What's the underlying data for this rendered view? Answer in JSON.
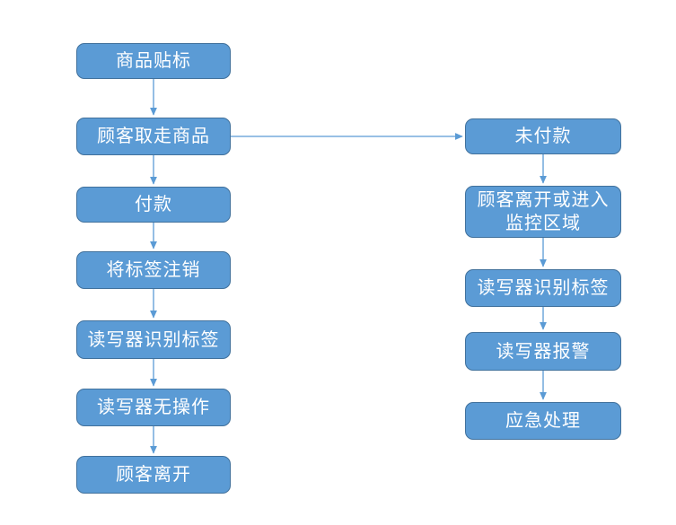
{
  "diagram": {
    "type": "flowchart",
    "colors": {
      "node_fill": "#5B9BD5",
      "node_border": "#41719C",
      "node_text": "#FFFFFF",
      "connector": "#5B9BD5",
      "background": "#FFFFFF"
    },
    "left_column": {
      "nodes": [
        {
          "id": "L1",
          "label": "商品贴标"
        },
        {
          "id": "L2",
          "label": "顾客取走商品"
        },
        {
          "id": "L3",
          "label": "付款"
        },
        {
          "id": "L4",
          "label": "将标签注销"
        },
        {
          "id": "L5",
          "label": "读写器识别标签"
        },
        {
          "id": "L6",
          "label": "读写器无操作"
        },
        {
          "id": "L7",
          "label": "顾客离开"
        }
      ]
    },
    "right_column": {
      "nodes": [
        {
          "id": "R1",
          "label": "未付款"
        },
        {
          "id": "R2",
          "label": "顾客离开或进入\n监控区域"
        },
        {
          "id": "R3",
          "label": "读写器识别标签"
        },
        {
          "id": "R4",
          "label": "读写器报警"
        },
        {
          "id": "R5",
          "label": "应急处理"
        }
      ]
    },
    "connections": [
      {
        "from": "L1",
        "to": "L2"
      },
      {
        "from": "L2",
        "to": "L3"
      },
      {
        "from": "L3",
        "to": "L4"
      },
      {
        "from": "L4",
        "to": "L5"
      },
      {
        "from": "L5",
        "to": "L6"
      },
      {
        "from": "L6",
        "to": "L7"
      },
      {
        "from": "L2",
        "to": "R1"
      },
      {
        "from": "R1",
        "to": "R2"
      },
      {
        "from": "R2",
        "to": "R3"
      },
      {
        "from": "R3",
        "to": "R4"
      },
      {
        "from": "R4",
        "to": "R5"
      }
    ]
  }
}
